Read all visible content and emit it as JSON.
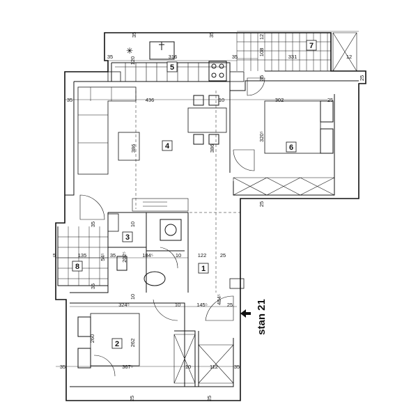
{
  "stamp_label": "stan 21",
  "room_numbers": [
    "1",
    "2",
    "3",
    "4",
    "5",
    "6",
    "7",
    "8"
  ],
  "dimensions": {
    "d35a": "35",
    "d35b": "35",
    "d35c": "35",
    "d35d": "35",
    "d35e": "35",
    "d35f": "35",
    "d35g": "35",
    "d35h": "35",
    "d35i": "35",
    "d35j": "35",
    "d35k": "35",
    "d316": "316",
    "d120": "120",
    "d12a": "12",
    "d108": "108",
    "d331": "331",
    "d12b": "12",
    "d436": "436",
    "d10a": "10",
    "d302": "302",
    "d25a": "25",
    "d386a": "386",
    "d386b": "386",
    "d3205": "320⁵",
    "d25b": "25",
    "d10b": "10",
    "d5": "5",
    "d135": "135",
    "d54": "54⁵",
    "d202": "202⁵",
    "d1845": "184⁵",
    "d10c": "10",
    "d122": "122",
    "d25c": "25",
    "d10d": "10",
    "d3245": "324⁵",
    "d10e": "10",
    "d1455": "145⁵",
    "d25d": "25",
    "d4845": "484⁵",
    "d260": "260",
    "d262": "262",
    "d3675": "367⁵",
    "d10f": "10",
    "d112": "112",
    "d25e": "25",
    "d25f": "25",
    "d25g": "25"
  }
}
